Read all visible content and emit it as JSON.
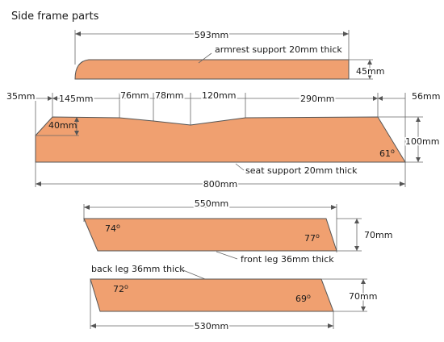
{
  "title": "Side frame parts",
  "colors": {
    "part_fill": "#f0a070",
    "line": "#555555",
    "text": "#1a1a1a"
  },
  "armrest": {
    "label": "armrest support 20mm thick",
    "length": "593mm",
    "height": "45mm"
  },
  "seat": {
    "label": "seat support 20mm thick",
    "top_dims": [
      "145mm",
      "76mm",
      "78mm",
      "120mm",
      "290mm"
    ],
    "left_offset": "35mm",
    "right_offset": "56mm",
    "dip": "40mm",
    "height": "100mm",
    "angle": "61",
    "length": "800mm"
  },
  "front_leg": {
    "label": "front leg 36mm thick",
    "length": "550mm",
    "height": "70mm",
    "angle_left": "74",
    "angle_right": "77"
  },
  "back_leg": {
    "label": "back leg 36mm thick",
    "length": "530mm",
    "height": "70mm",
    "angle_left": "72",
    "angle_right": "69"
  }
}
